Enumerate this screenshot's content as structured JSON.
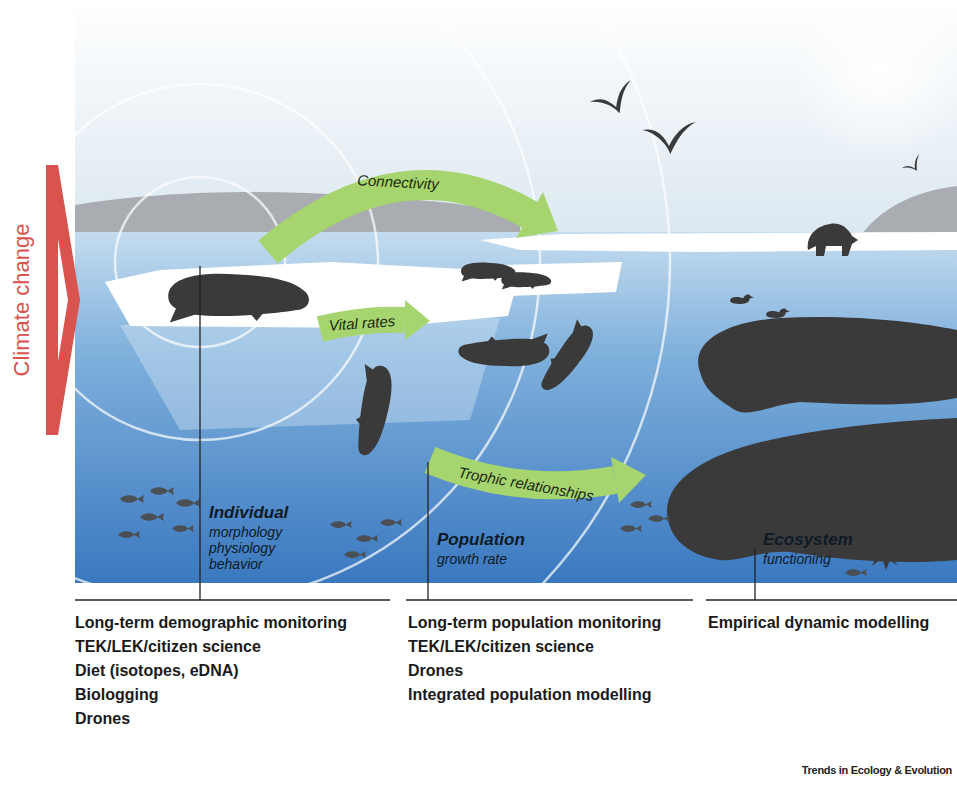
{
  "diagram": {
    "labels": [
      "Climate change",
      "Connectivity",
      "Vital rates",
      "Trophic relationships",
      "Individual",
      "morphology physiology behavior",
      "Population",
      "growth rate",
      "Ecosystem",
      "functioning",
      "Long-term demographic monitoring",
      "TEK/LEK/citizen science",
      "Diet (isotopes, eDNA)",
      "Biologging",
      "Drones",
      "Long-term population monitoring",
      "TEK/LEK/citizen science",
      "Drones",
      "Integrated population modelling",
      "Empirical dynamic modelling",
      "Trends in Ecology & Evolution"
    ]
  }
}
